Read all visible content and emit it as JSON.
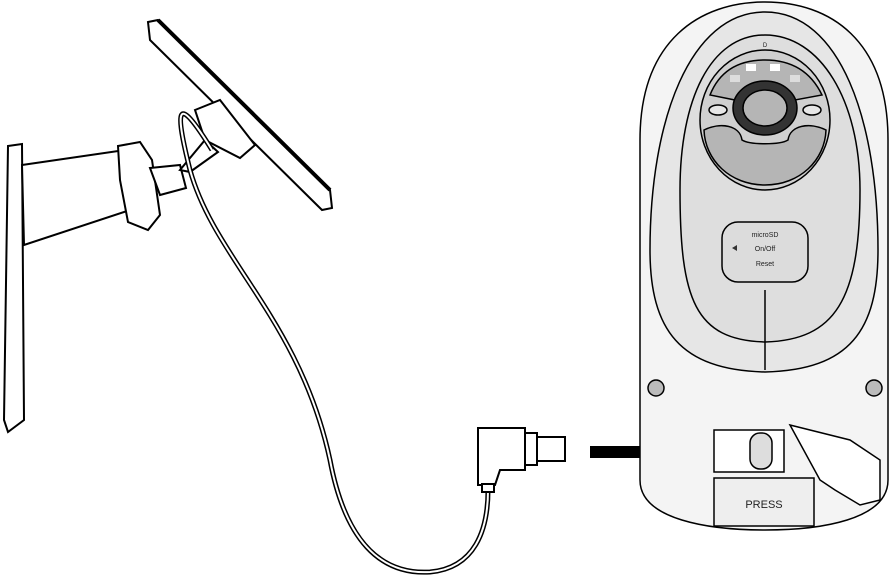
{
  "camera": {
    "top_mark": "D",
    "label_microsd": "microSD",
    "label_onoff": "On/Off",
    "label_reset": "Reset",
    "press_label": "PRESS"
  },
  "colors": {
    "body": "#f2f2f2",
    "panel": "#dcdcdc",
    "lens_panel": "#b5b5b5",
    "arrow": "#000000"
  }
}
